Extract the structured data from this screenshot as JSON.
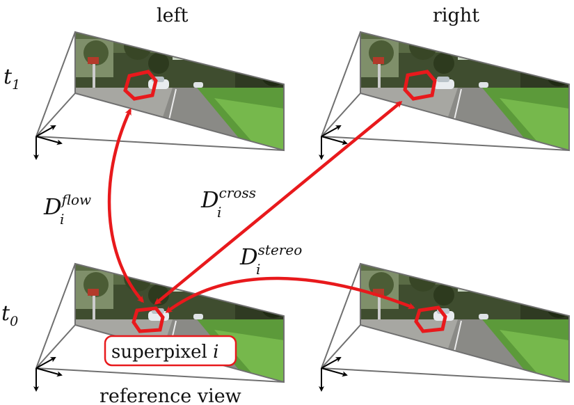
{
  "labels": {
    "left": "left",
    "right": "right",
    "t1_base": "t",
    "t1_sub": "1",
    "t0_base": "t",
    "t0_sub": "0",
    "superpixel_text": "superpixel ",
    "superpixel_var": "i",
    "reference_view": "reference view"
  },
  "costs": {
    "flow": {
      "base": "D",
      "sub": "i",
      "sup": "flow"
    },
    "cross": {
      "base": "D",
      "sub": "i",
      "sup": "cross"
    },
    "stereo": {
      "base": "D",
      "sub": "i",
      "sup": "stereo"
    }
  },
  "colors": {
    "arrow": "#e8191c",
    "frustum": "#707070",
    "axes": "#000000"
  },
  "views": [
    {
      "name": "view-left-t1",
      "time": "t1",
      "camera": "left"
    },
    {
      "name": "view-right-t1",
      "time": "t1",
      "camera": "right"
    },
    {
      "name": "view-left-t0",
      "time": "t0",
      "camera": "left",
      "reference": true
    },
    {
      "name": "view-right-t0",
      "time": "t0",
      "camera": "right"
    }
  ]
}
